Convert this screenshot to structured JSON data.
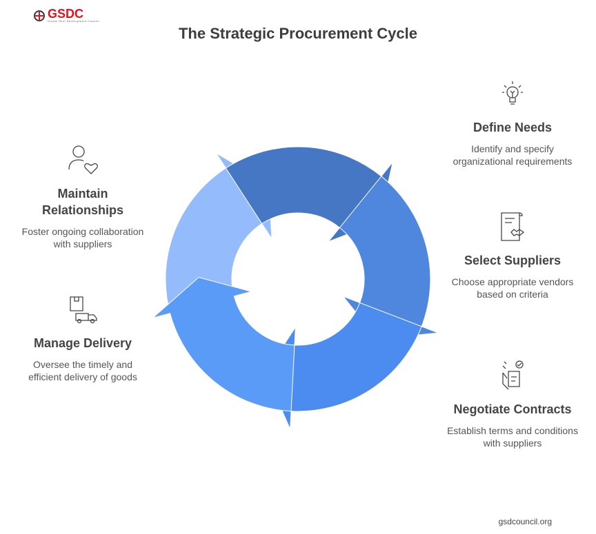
{
  "logo": {
    "text": "GSDC",
    "subtitle": "Global Skill Development Council"
  },
  "title": "The Strategic Procurement Cycle",
  "steps": [
    {
      "title": "Define Needs",
      "desc": "Identify and specify organizational requirements",
      "icon": "lightbulb-icon",
      "color": "#4677c4"
    },
    {
      "title": "Select Suppliers",
      "desc": "Choose appropriate vendors based on criteria",
      "icon": "contract-handshake-icon",
      "color": "#4f86de"
    },
    {
      "title": "Negotiate Contracts",
      "desc": "Establish terms and conditions with suppliers",
      "icon": "checklist-hand-icon",
      "color": "#4c8cf0"
    },
    {
      "title": "Manage Delivery",
      "desc": "Oversee the timely and efficient delivery of goods",
      "icon": "delivery-truck-icon",
      "color": "#5a9bf8"
    },
    {
      "title": "Maintain Relationships",
      "desc": "Foster ongoing collaboration with suppliers",
      "icon": "user-heart-icon",
      "color": "#94bbfc"
    }
  ],
  "footer": "gsdcouncil.org"
}
